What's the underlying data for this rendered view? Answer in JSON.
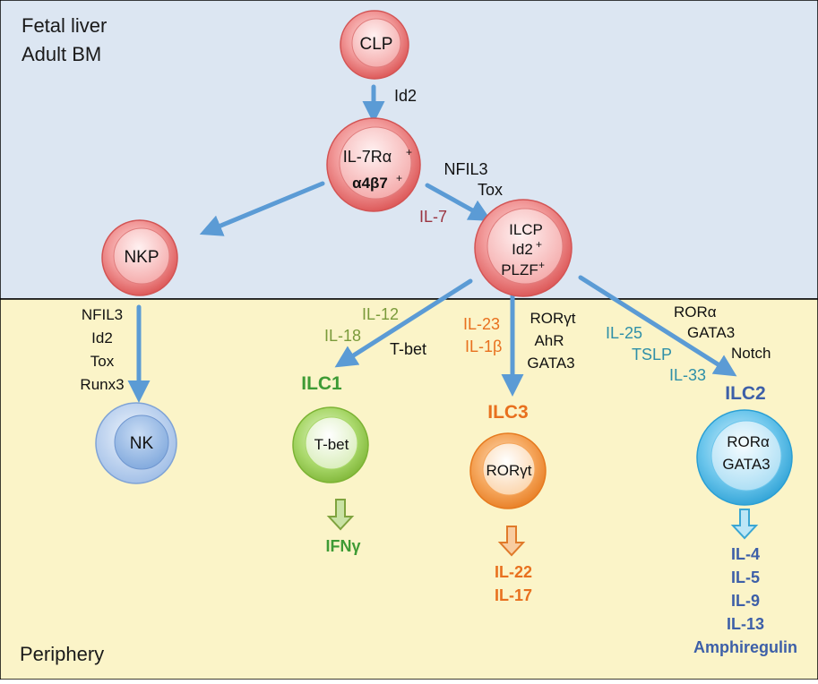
{
  "regions": {
    "top_line1": "Fetal liver",
    "top_line2": "Adult BM",
    "bottom": "Periphery"
  },
  "cells": {
    "clp": "CLP",
    "il7r_line1": "IL-7Rα",
    "il7r_line1_sup": "+",
    "il7r_line2": "α4β7",
    "il7r_line2_sup": "+",
    "nkp": "NKP",
    "ilcp_line1": "ILCP",
    "ilcp_line2": "Id2",
    "ilcp_line2_sup": "+",
    "ilcp_line3": "PLZF",
    "ilcp_line3_sup": "+",
    "nk": "NK",
    "ilc1_inner": "T-bet",
    "ilc3_inner": "RORγt",
    "ilc2_inner_line1": "RORα",
    "ilc2_inner_line2": "GATA3"
  },
  "titles": {
    "ilc1": "ILC1",
    "ilc3": "ILC3",
    "ilc2": "ILC2"
  },
  "factors": {
    "id2": "Id2",
    "nfil3_top": "NFIL3",
    "tox_top": "Tox",
    "il7": "IL-7",
    "nk_factors": [
      "NFIL3",
      "Id2",
      "Tox",
      "Runx3"
    ],
    "il12": "IL-12",
    "il18": "IL-18",
    "tbet": "T-bet",
    "il23": "IL-23",
    "il1b": "IL-1β",
    "rorgt": "RORγt",
    "ahr": "AhR",
    "gata3": "GATA3",
    "rora": "RORα",
    "gata3_2": "GATA3",
    "notch": "Notch",
    "il25": "IL-25",
    "tslp": "TSLP",
    "il33": "IL-33"
  },
  "outputs": {
    "ilc1": [
      "IFNγ"
    ],
    "ilc3": [
      "IL-22",
      "IL-17"
    ],
    "ilc2": [
      "IL-4",
      "IL-5",
      "IL-9",
      "IL-13",
      "Amphiregulin"
    ]
  },
  "colors": {
    "top_bg": "#DCE6F2",
    "bottom_bg": "#FBF4C8",
    "arrow": "#5B9BD5",
    "red_cell": "#E86A6A",
    "nk_cell": "#8FB4E3",
    "ilc1": "#8CC63F",
    "ilc1_text": "#3E9B35",
    "ilc3": "#F08A2C",
    "ilc3_text": "#E8701E",
    "ilc2": "#3AB0E0",
    "ilc2_text": "#3D5FA8",
    "il7_text": "#9B3440",
    "il12_text": "#7A9A3A",
    "il23_text": "#E8701E",
    "il25_text": "#2E8FA8"
  }
}
